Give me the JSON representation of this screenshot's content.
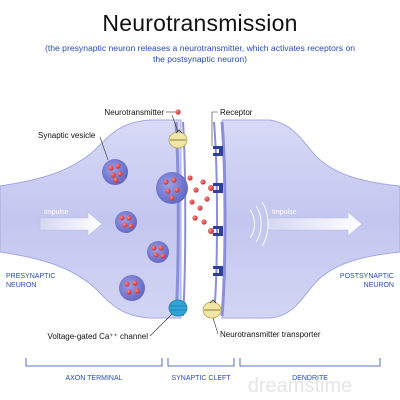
{
  "title": "Neurotransmission",
  "subtitle": "(the presynaptic neuron releases a neurotransmitter, which activates receptors on the postsynaptic neuron)",
  "labels": {
    "neurotransmitter": "Neurotransmitter",
    "receptor": "Receptor",
    "synaptic_vesicle": "Synaptic vesicle",
    "impulse_left": "Impulse",
    "impulse_right": "Impulse",
    "presynaptic_line1": "PRESYNAPTIC",
    "presynaptic_line2": "NEURON",
    "postsynaptic_line1": "POSTSYNAPTIC",
    "postsynaptic_line2": "NEURON",
    "calcium_channel": "Voltage-gated Ca⁺⁺ channel",
    "transporter": "Neurotransmitter transporter"
  },
  "regions": {
    "axon_terminal": "AXON TERMINAL",
    "synaptic_cleft": "SYNAPTIC CLEFT",
    "dendrite": "DENDRITE"
  },
  "watermark": "dreamstime",
  "colors": {
    "membrane": "#c7caf0",
    "membrane_edge": "#8a8fd8",
    "vesicle": "#6a6fcc",
    "neurotransmitter": "#e24a4a",
    "receptor": "#2f3f9a",
    "transporter": "#f2e6a6",
    "channel": "#2ea5d6",
    "label_blue": "#2a4bb4"
  }
}
